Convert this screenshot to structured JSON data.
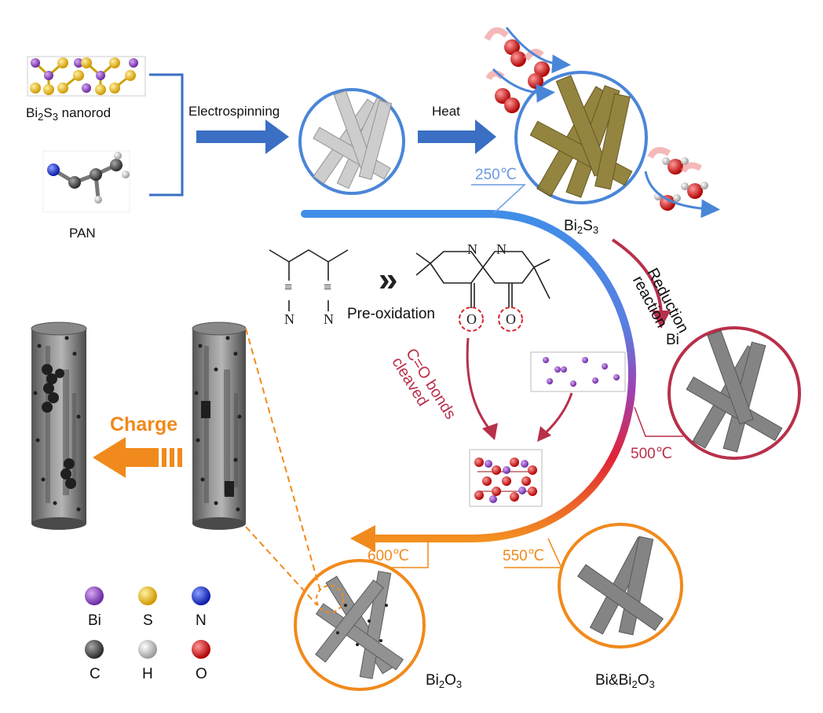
{
  "labels": {
    "bi2s3_nanorod": {
      "base": "Bi",
      "sub1": "2",
      "mid": "S",
      "sub2": "3",
      "tail": " nanorod"
    },
    "pan": "PAN",
    "electrospinning": "Electrospinning",
    "heat": "Heat",
    "bi2s3": {
      "base": "Bi",
      "sub1": "2",
      "mid": "S",
      "sub2": "3"
    },
    "reduction": "Reduction reaction",
    "reduction_line1": "Reduction",
    "reduction_line2": "reaction",
    "bi": "Bi",
    "pre_oxidation": "Pre-oxidation",
    "co_bonds_line1": "C=O bonds",
    "co_bonds_line2": "cleaved",
    "charge": "Charge",
    "bi2o3": {
      "base": "Bi",
      "sub1": "2",
      "mid": "O",
      "sub2": "3"
    },
    "bi_bi2o3": {
      "base": "Bi&Bi",
      "sub1": "2",
      "mid": "O",
      "sub2": "3"
    },
    "chev": "»",
    "atom_n": "N",
    "atom_o": "O",
    "triple_bond": "≡"
  },
  "temperatures": {
    "t250": "250℃",
    "t500": "500℃",
    "t550": "550℃",
    "t600": "600℃"
  },
  "legend": [
    {
      "label": "Bi",
      "color": "#8e44c8"
    },
    {
      "label": "S",
      "color": "#f2c418"
    },
    {
      "label": "N",
      "color": "#1f2fd6"
    },
    {
      "label": "C",
      "color": "#4a4a4a"
    },
    {
      "label": "H",
      "color": "#d8d8d8"
    },
    {
      "label": "O",
      "color": "#e01818"
    }
  ],
  "colors": {
    "blue": "#4a86d8",
    "blue_dark": "#3a6fc4",
    "crimson": "#b8304a",
    "orange": "#f08a1c",
    "purple": "#8e44c8",
    "gold": "#8a7a30",
    "red": "#e01818"
  }
}
